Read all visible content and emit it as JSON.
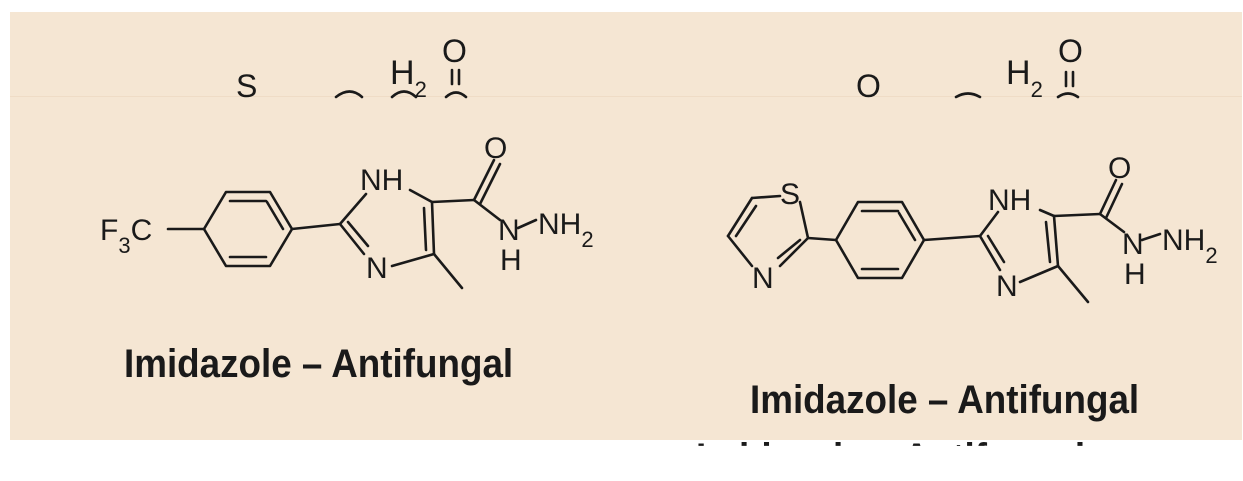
{
  "colors": {
    "background": "#f5e6d3",
    "outer": "#ffffff",
    "ink": "#1a1a1a"
  },
  "molecules": [
    {
      "caption": "Imidazole – Antifungal",
      "substituent": "F3C",
      "groups": {
        "nh": "NH",
        "n": "N",
        "o": "O",
        "hydrazide_n": "N",
        "hydrazide_h": "H",
        "nh2": "NH2"
      }
    },
    {
      "caption": "Imidazole – Antifungal",
      "ring_heteroatoms": {
        "s": "S",
        "n": "N"
      },
      "groups": {
        "nh": "NH",
        "n": "N",
        "o": "O",
        "hydrazide_n": "N",
        "hydrazide_h": "H",
        "nh2": "NH2"
      }
    }
  ],
  "cropped_top": {
    "left": {
      "h2": "H2",
      "o": "O",
      "s": "S"
    },
    "right": {
      "h2": "H2",
      "o": "O",
      "o2": "O"
    }
  },
  "cropped_bottom": {
    "text": "Imidazole – Antifungal"
  }
}
